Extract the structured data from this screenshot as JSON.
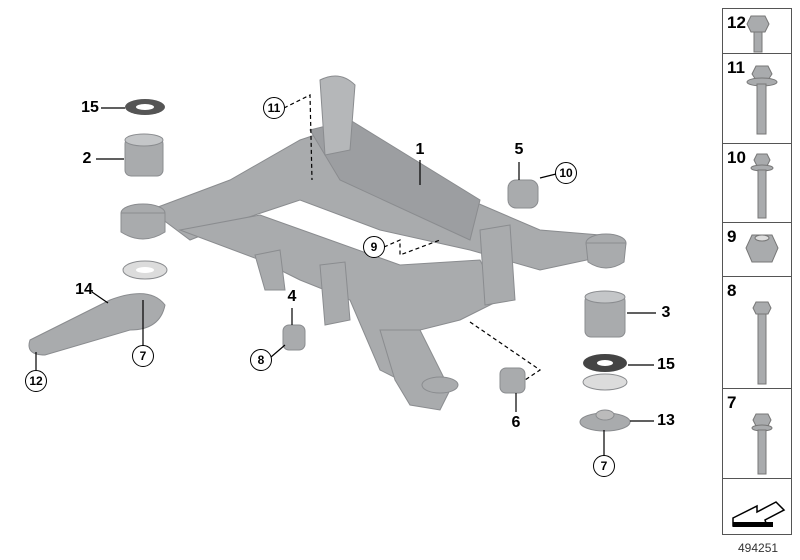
{
  "diagram": {
    "callouts": [
      "15",
      "2",
      "14",
      "12",
      "7",
      "11",
      "1",
      "5",
      "10",
      "9",
      "4",
      "8",
      "3",
      "15",
      "13",
      "6",
      "7"
    ],
    "parts_column": [
      "12",
      "11",
      "10",
      "9",
      "8",
      "7"
    ],
    "reference_number": "494251"
  },
  "colors": {
    "part_grey": "#a7a9ab",
    "part_dark": "#7d8083",
    "line": "#000000"
  }
}
